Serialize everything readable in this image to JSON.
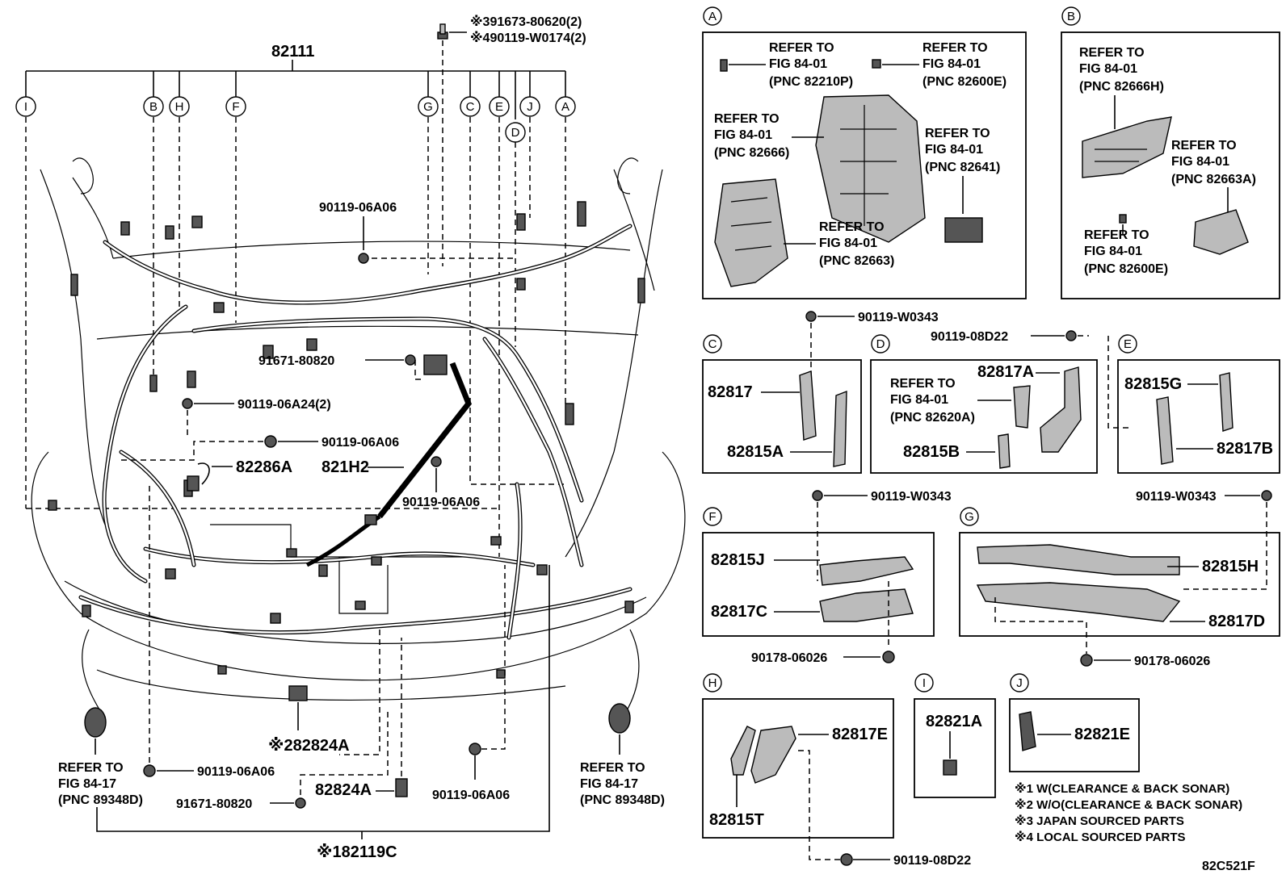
{
  "callouts": [
    "I",
    "B",
    "H",
    "F",
    "G",
    "C",
    "E",
    "J",
    "A",
    "D"
  ],
  "main": {
    "harness": "82111",
    "top_bolt1": "※391673-80620(2)",
    "top_bolt2": "※490119-W0174(2)",
    "bolt_a": "90119-06A06",
    "clip_a": "91671-80820",
    "bolt_b": "90119-06A24(2)",
    "bolt_c": "90119-06A06",
    "part_a": "82286A",
    "part_b": "821H2",
    "bolt_d": "90119-06A06",
    "sensor": "※282824A",
    "bolt_e": "90119-06A06",
    "clip_b": "91671-80820",
    "part_c": "82824A",
    "bolt_f": "90119-06A06",
    "bottom": "※182119C",
    "refer_l1": "REFER TO",
    "refer_l2": "FIG 84-17",
    "refer_l3": "(PNC 89348D)",
    "refer_r1": "REFER TO",
    "refer_r2": "FIG 84-17",
    "refer_r3": "(PNC 89348D)"
  },
  "panel_a": {
    "tag": "A",
    "r1": [
      "REFER TO",
      "FIG 84-01",
      "(PNC 82210P)"
    ],
    "r2": [
      "REFER TO",
      "FIG 84-01",
      "(PNC 82600E)"
    ],
    "r3": [
      "REFER TO",
      "FIG 84-01",
      "(PNC 82666)"
    ],
    "r4": [
      "REFER TO",
      "FIG 84-01",
      "(PNC 82641)"
    ],
    "r5": [
      "REFER TO",
      "FIG 84-01",
      "(PNC 82663)"
    ]
  },
  "panel_b": {
    "tag": "B",
    "r1": [
      "REFER TO",
      "FIG 84-01",
      "(PNC 82666H)"
    ],
    "r2": [
      "REFER TO",
      "FIG 84-01",
      "(PNC 82663A)"
    ],
    "r3": [
      "REFER TO",
      "FIG 84-01",
      "(PNC 82600E)"
    ]
  },
  "panel_c": {
    "tag": "C",
    "bolt": "90119-W0343",
    "p1": "82817",
    "p2": "82815A"
  },
  "panel_d": {
    "tag": "D",
    "bolt": "90119-08D22",
    "p1": "82817A",
    "r1": [
      "REFER TO",
      "FIG 84-01",
      "(PNC 82620A)"
    ],
    "p2": "82815B"
  },
  "panel_e": {
    "tag": "E",
    "p1": "82815G",
    "p2": "82817B"
  },
  "panel_f": {
    "tag": "F",
    "bolt": "90119-W0343",
    "p1": "82815J",
    "p2": "82817C",
    "nut": "90178-06026"
  },
  "panel_g": {
    "tag": "G",
    "bolt": "90119-W0343",
    "p1": "82815H",
    "p2": "82817D",
    "nut": "90178-06026"
  },
  "panel_h": {
    "tag": "H",
    "p1": "82817E",
    "p2": "82815T",
    "bolt": "90119-08D22"
  },
  "panel_i": {
    "tag": "I",
    "p1": "82821A"
  },
  "panel_j": {
    "tag": "J",
    "p1": "82821E"
  },
  "notes": [
    "※1 W(CLEARANCE & BACK SONAR)",
    "※2 W/O(CLEARANCE & BACK SONAR)",
    "※3 JAPAN SOURCED PARTS",
    "※4 LOCAL SOURCED PARTS"
  ],
  "figure_code": "82C521F"
}
